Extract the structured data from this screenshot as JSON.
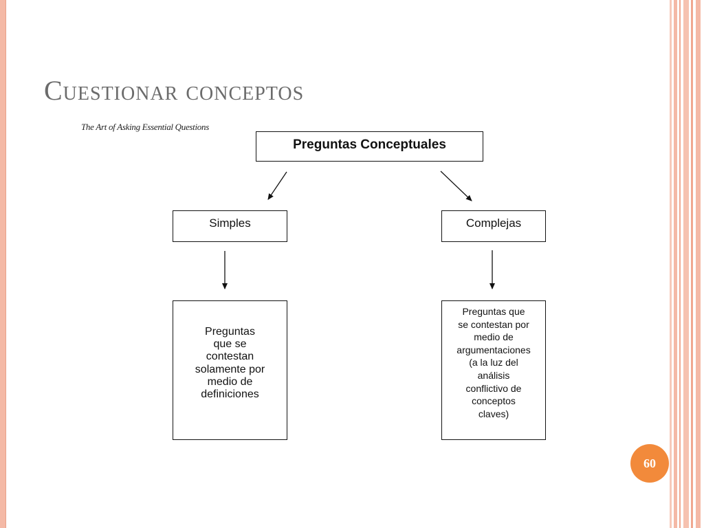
{
  "slide": {
    "title": "Cuestionar conceptos",
    "source_caption": "The Art of Asking Essential Questions",
    "page_number": "60"
  },
  "diagram": {
    "root": "Preguntas Conceptuales",
    "branches": [
      {
        "label": "Simples",
        "description": "Preguntas\nque se\ncontestan\nsolamente por\nmedio de\ndefiniciones"
      },
      {
        "label": "Complejas",
        "description": "Preguntas que\nse contestan por\nmedio de\nargumentaciones\n(a la luz del\nanálisis\nconflictivo de\nconceptos\nclaves)"
      }
    ]
  },
  "theme": {
    "accent": "#f28a3b",
    "border": "#f4b9a6",
    "title_color": "#6b6b6b"
  }
}
